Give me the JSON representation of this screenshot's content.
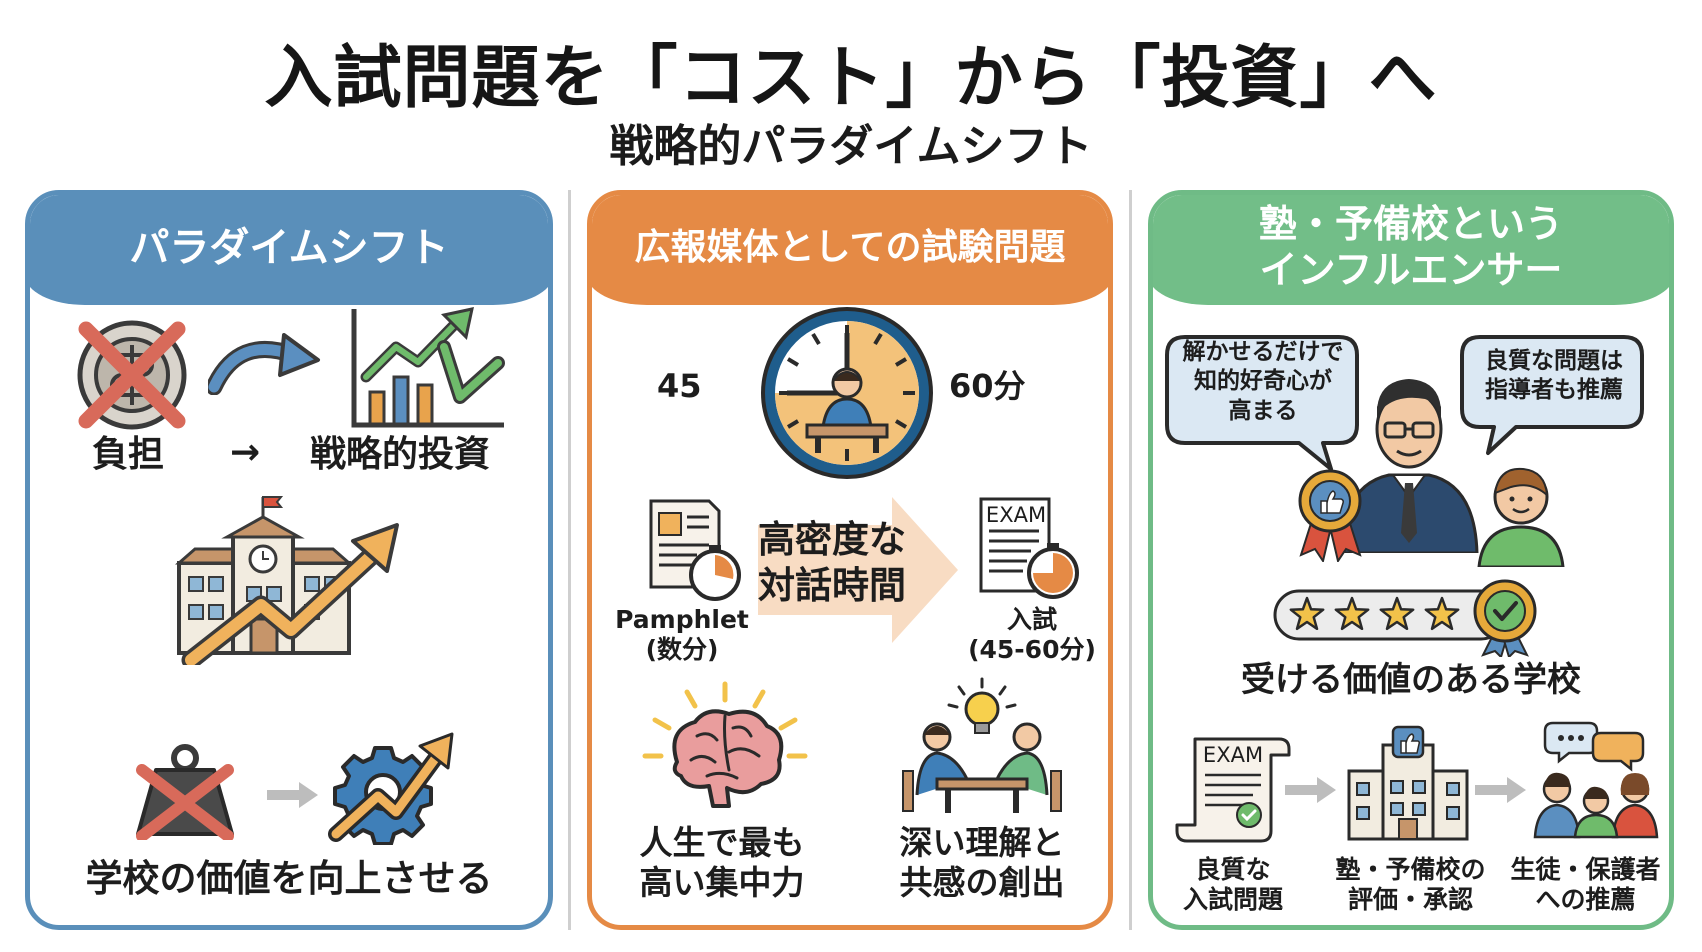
{
  "title": "入試問題を「コスト」から「投資」へ",
  "subtitle": "戦略的パラダイムシフト",
  "colors": {
    "blue": "#5a8fba",
    "orange": "#e58a45",
    "green": "#72be88"
  },
  "panel1": {
    "header": "パラダイムシフト",
    "burden": "負担",
    "arrow": "→",
    "strategic_investment": "戦略的投資",
    "school_value": "学校の価値を向上させる",
    "icons": [
      "crossed-coin-icon",
      "curved-arrow-icon",
      "growth-chart-icon",
      "school-building-icon",
      "crossed-weight-icon",
      "gear-growth-icon"
    ]
  },
  "panel2": {
    "header": "広報媒体としての試験問題",
    "clock_left": "45",
    "clock_right": "60分",
    "center_text": "高密度な\n対話時間",
    "pamphlet": "Pamphlet\n(数分)",
    "exam_doc": "EXAM",
    "exam_label": "入試\n(45-60分)",
    "focus": "人生で最も\n高い集中力",
    "empathy": "深い理解と\n共感の創出",
    "icons": [
      "clock-student-icon",
      "pamphlet-stopwatch-icon",
      "exam-stopwatch-icon",
      "brain-icon",
      "dialogue-lightbulb-icon"
    ]
  },
  "panel3": {
    "header": "塾・予備校という\nインフルエンサー",
    "bubble_left": "解かせるだけで\n知的好奇心が\n高まる",
    "bubble_right": "良質な問題は\n指導者も推薦",
    "rating_stars": 4,
    "value_school": "受ける価値のある学校",
    "exam_doc": "EXAM",
    "flow1": "良質な\n入試問題",
    "flow2": "塾・予備校の\n評価・承認",
    "flow3": "生徒・保護者\nへの推薦",
    "icons": [
      "teacher-icon",
      "student-icon",
      "award-badge-icon",
      "star-rating-icon",
      "exam-scroll-icon",
      "cram-school-building-icon",
      "family-group-icon"
    ]
  }
}
